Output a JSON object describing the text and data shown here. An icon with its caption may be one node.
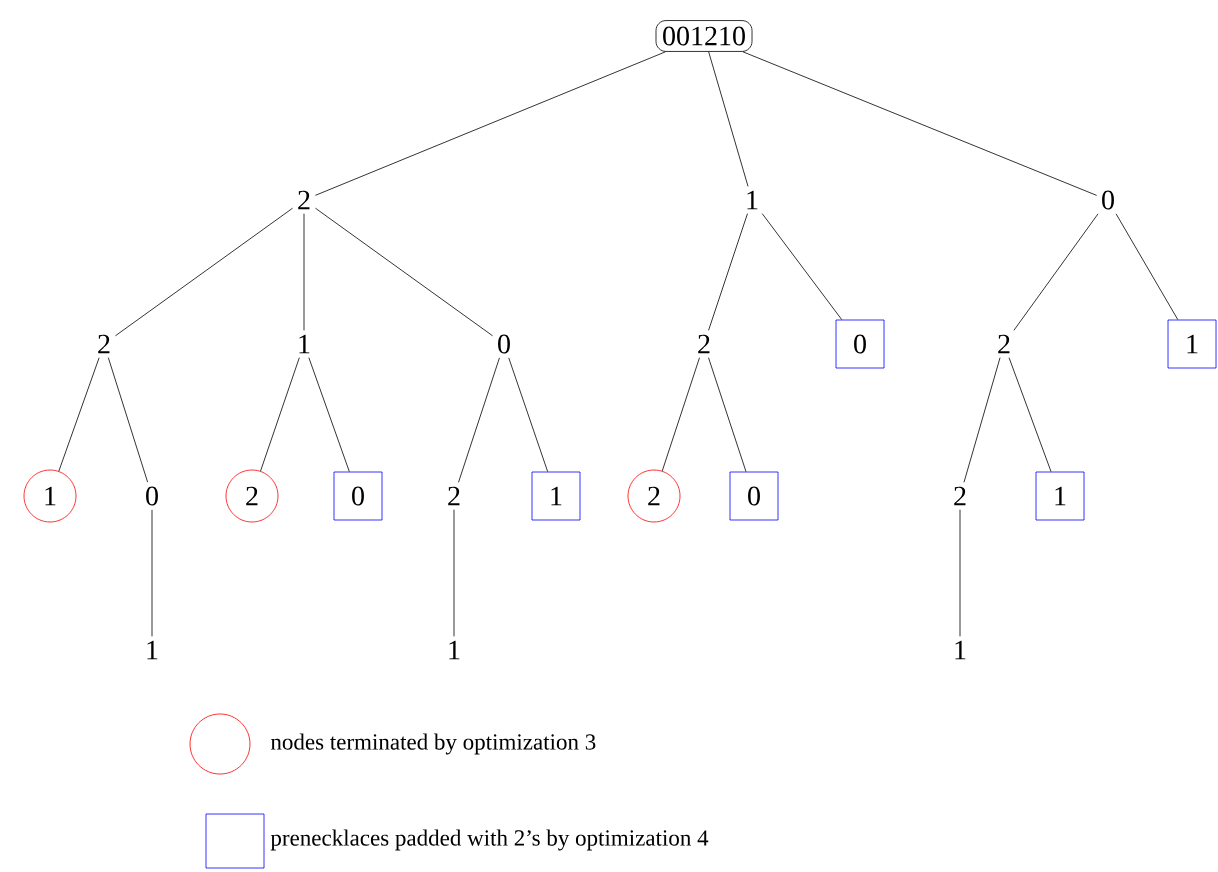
{
  "diagram": {
    "nodes": [
      {
        "text": [
          "001210"
        ]
      },
      {
        "text": [
          "2"
        ]
      },
      {
        "text": [
          "1"
        ]
      },
      {
        "text": [
          "0"
        ]
      },
      {
        "text": [
          "2"
        ]
      },
      {
        "text": [
          "1"
        ]
      },
      {
        "text": [
          "0"
        ]
      },
      {
        "text": [
          "2"
        ]
      },
      {
        "text": [
          "0"
        ]
      },
      {
        "text": [
          "2"
        ]
      },
      {
        "text": [
          "1"
        ]
      },
      {
        "text": [
          "1"
        ]
      },
      {
        "text": [
          "0"
        ]
      },
      {
        "text": [
          "2"
        ]
      },
      {
        "text": [
          "0"
        ]
      },
      {
        "text": [
          "2"
        ]
      },
      {
        "text": [
          "1"
        ]
      },
      {
        "text": [
          "2"
        ]
      },
      {
        "text": [
          "0"
        ]
      },
      {
        "text": [
          "2"
        ]
      },
      {
        "text": [
          "1"
        ]
      },
      {
        "text": [
          "1"
        ]
      },
      {
        "text": [
          "1"
        ]
      },
      {
        "text": [
          "1"
        ]
      }
    ],
    "edges": [
      {
        "from": 0,
        "to": 1,
        "arrow": "none"
      },
      {
        "from": 0,
        "to": 2,
        "arrow": "none"
      },
      {
        "from": 0,
        "to": 3,
        "arrow": "none"
      },
      {
        "from": 1,
        "to": 4,
        "arrow": "none"
      },
      {
        "from": 1,
        "to": 5,
        "arrow": "none"
      },
      {
        "from": 1,
        "to": 6,
        "arrow": "none"
      },
      {
        "from": 2,
        "to": 7,
        "arrow": "none"
      },
      {
        "from": 2,
        "to": 8,
        "arrow": "none"
      },
      {
        "from": 3,
        "to": 9,
        "arrow": "none"
      },
      {
        "from": 3,
        "to": 10,
        "arrow": "none"
      },
      {
        "from": 4,
        "to": 11,
        "arrow": "none"
      },
      {
        "from": 4,
        "to": 12,
        "arrow": "none"
      },
      {
        "from": 5,
        "to": 13,
        "arrow": "none"
      },
      {
        "from": 5,
        "to": 14,
        "arrow": "none"
      },
      {
        "from": 6,
        "to": 15,
        "arrow": "none"
      },
      {
        "from": 6,
        "to": 16,
        "arrow": "none"
      },
      {
        "from": 7,
        "to": 17,
        "arrow": "none"
      },
      {
        "from": 7,
        "to": 18,
        "arrow": "none"
      },
      {
        "from": 9,
        "to": 19,
        "arrow": "none"
      },
      {
        "from": 9,
        "to": 20,
        "arrow": "none"
      },
      {
        "from": 12,
        "to": 21,
        "arrow": "none"
      },
      {
        "from": 15,
        "to": 22,
        "arrow": "none"
      },
      {
        "from": 19,
        "to": 23,
        "arrow": "none"
      }
    ],
    "legend": [
      {
        "text": "nodes terminated by optimization 3"
      },
      {
        "text": "prenecklaces padded with 2’s by optimization 4"
      }
    ]
  }
}
